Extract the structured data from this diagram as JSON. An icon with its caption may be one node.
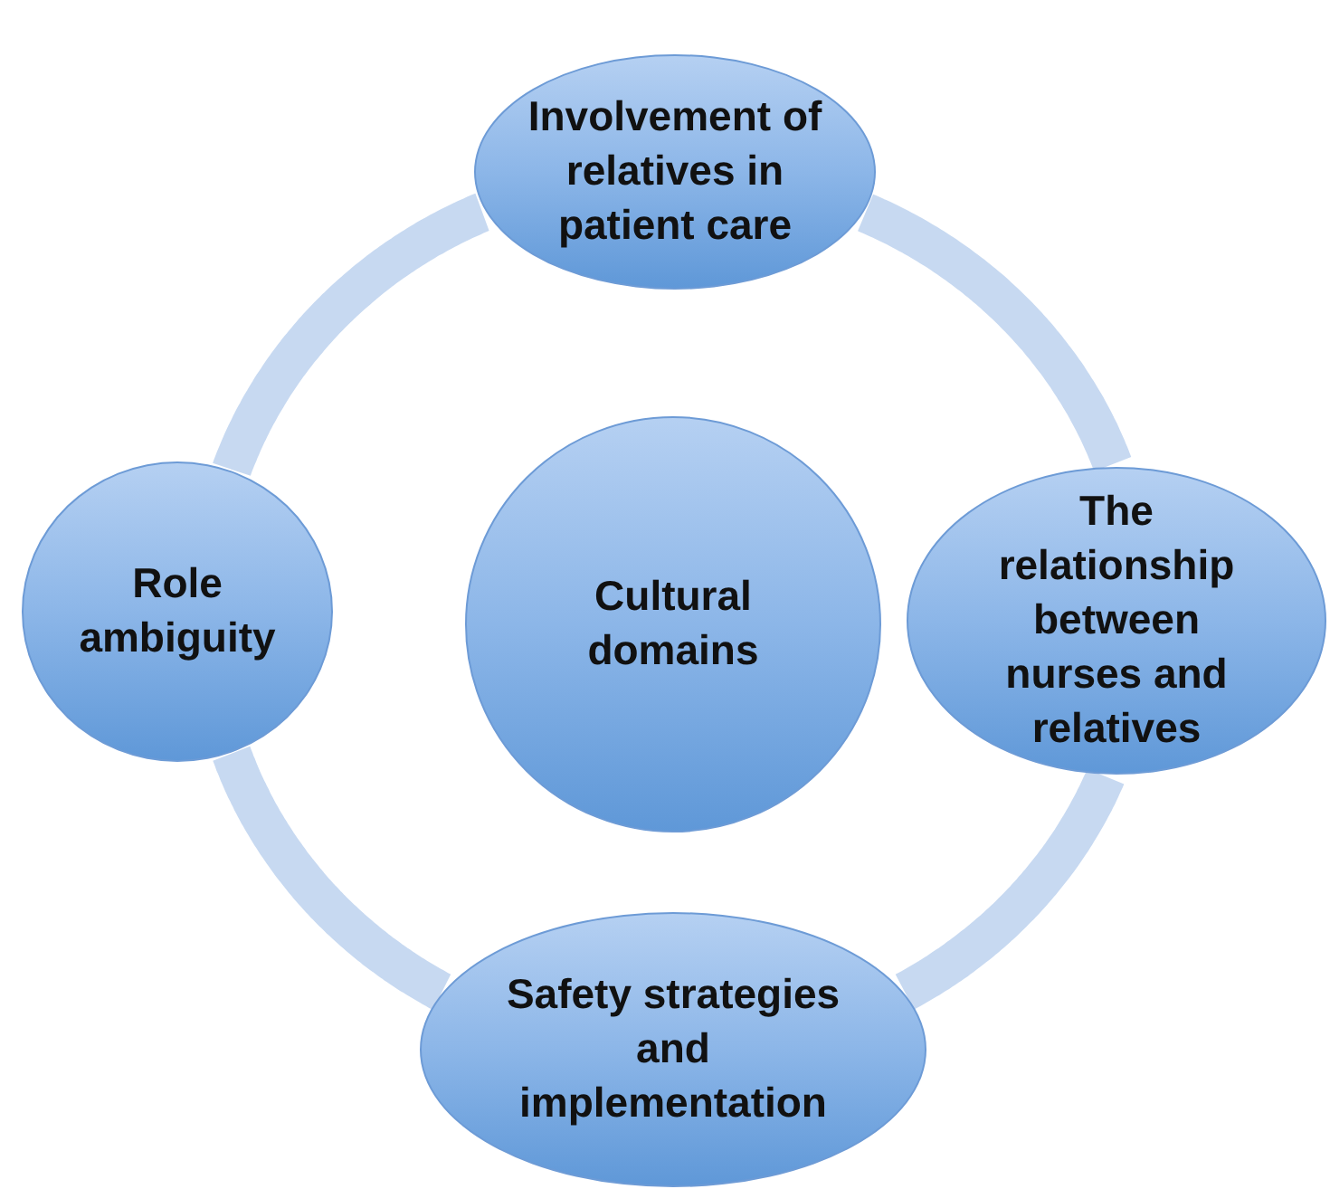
{
  "diagram": {
    "nodes": [
      {
        "text": [
          "Involvement of relatives in patient care"
        ]
      },
      {
        "text": [
          "Role ambiguity"
        ]
      },
      {
        "text": [
          "Cultural domains"
        ]
      },
      {
        "text": [
          "The relationship between nurses and relatives"
        ]
      },
      {
        "text": [
          "Safety strategies and implementation"
        ]
      }
    ],
    "edges": [
      {
        "from": 0,
        "to": 3,
        "arrow": "none"
      },
      {
        "from": 3,
        "to": 4,
        "arrow": "none"
      },
      {
        "from": 4,
        "to": 1,
        "arrow": "none"
      },
      {
        "from": 1,
        "to": 0,
        "arrow": "none"
      }
    ]
  }
}
